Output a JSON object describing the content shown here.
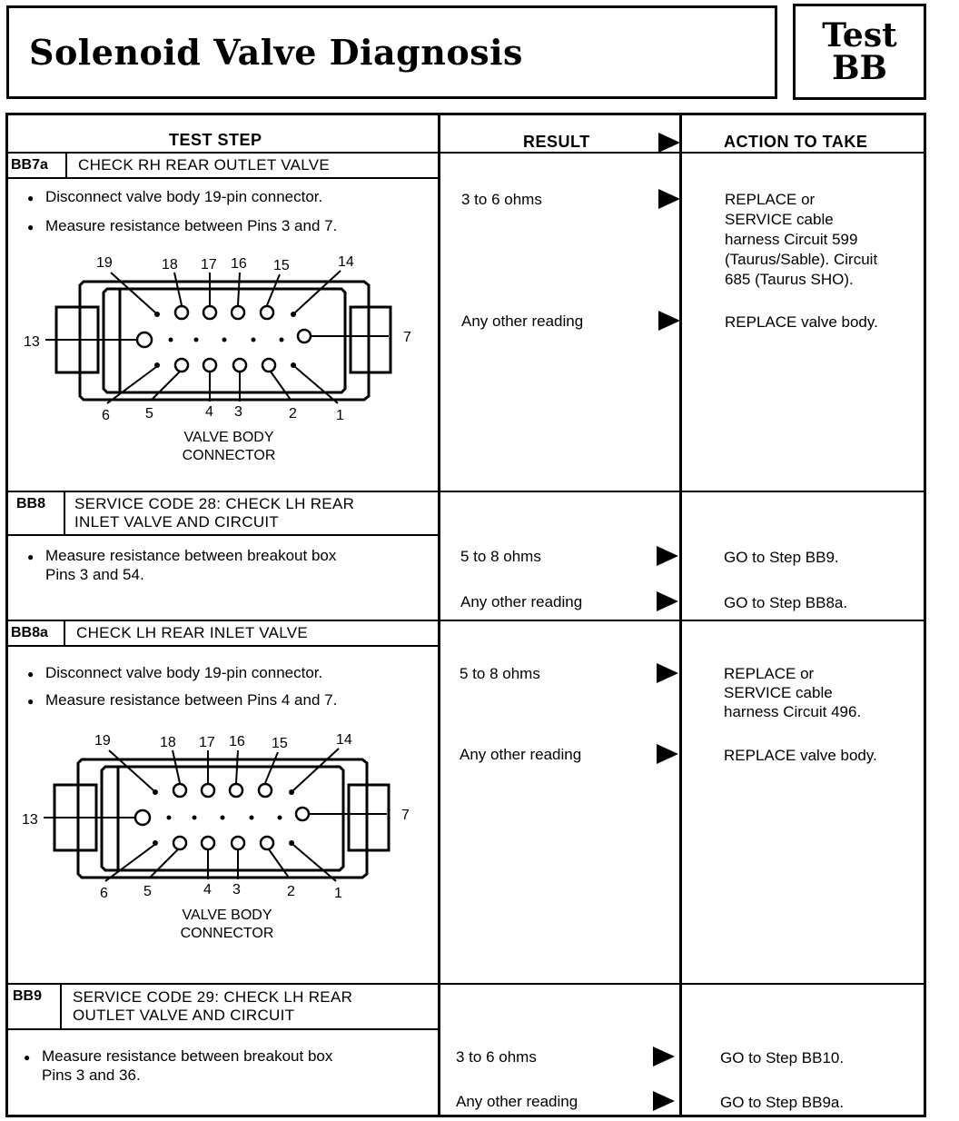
{
  "header": {
    "title": "Solenoid Valve Diagnosis",
    "test_label": "Test",
    "test_code": "BB"
  },
  "columns": {
    "test_step": "TEST STEP",
    "result": "RESULT",
    "action": "ACTION TO TAKE"
  },
  "connector": {
    "pins_top": [
      "19",
      "18",
      "17",
      "16",
      "15",
      "14"
    ],
    "pins_bottom": [
      "6",
      "5",
      "4",
      "3",
      "2",
      "1"
    ],
    "pin_left": "13",
    "pin_right": "7",
    "label_line1": "VALVE BODY",
    "label_line2": "CONNECTOR"
  },
  "steps": [
    {
      "code": "BB7a",
      "title": "CHECK RH REAR OUTLET VALVE",
      "bullets": [
        "Disconnect valve body 19-pin connector.",
        "Measure resistance between Pins 3 and 7."
      ],
      "results": [
        {
          "result": "3 to 6 ohms",
          "action": [
            "REPLACE or",
            "SERVICE cable",
            "harness Circuit 599",
            "(Taurus/Sable). Circuit",
            "685 (Taurus SHO)."
          ]
        },
        {
          "result": "Any other reading",
          "action": [
            "REPLACE valve body."
          ]
        }
      ]
    },
    {
      "code": "BB8",
      "title_line1": "SERVICE CODE 28: CHECK LH REAR",
      "title_line2": "INLET VALVE AND CIRCUIT",
      "bullets": [
        "Measure resistance between breakout box",
        "Pins 3 and 54."
      ],
      "results": [
        {
          "result": "5 to 8 ohms",
          "action": [
            "GO to Step BB9."
          ]
        },
        {
          "result": "Any other reading",
          "action": [
            "GO to Step BB8a."
          ]
        }
      ]
    },
    {
      "code": "BB8a",
      "title": "CHECK LH REAR INLET VALVE",
      "bullets": [
        "Disconnect valve body 19-pin connector.",
        "Measure resistance between Pins 4 and 7."
      ],
      "results": [
        {
          "result": "5 to 8 ohms",
          "action": [
            "REPLACE or",
            "SERVICE cable",
            "harness Circuit 496."
          ]
        },
        {
          "result": "Any other reading",
          "action": [
            "REPLACE valve body."
          ]
        }
      ]
    },
    {
      "code": "BB9",
      "title_line1": "SERVICE CODE 29: CHECK LH REAR",
      "title_line2": "OUTLET VALVE AND CIRCUIT",
      "bullets": [
        "Measure resistance between breakout box",
        "Pins 3 and 36."
      ],
      "results": [
        {
          "result": "3 to 6 ohms",
          "action": [
            "GO to Step BB10."
          ]
        },
        {
          "result": "Any other reading",
          "action": [
            "GO to Step BB9a."
          ]
        }
      ]
    }
  ]
}
